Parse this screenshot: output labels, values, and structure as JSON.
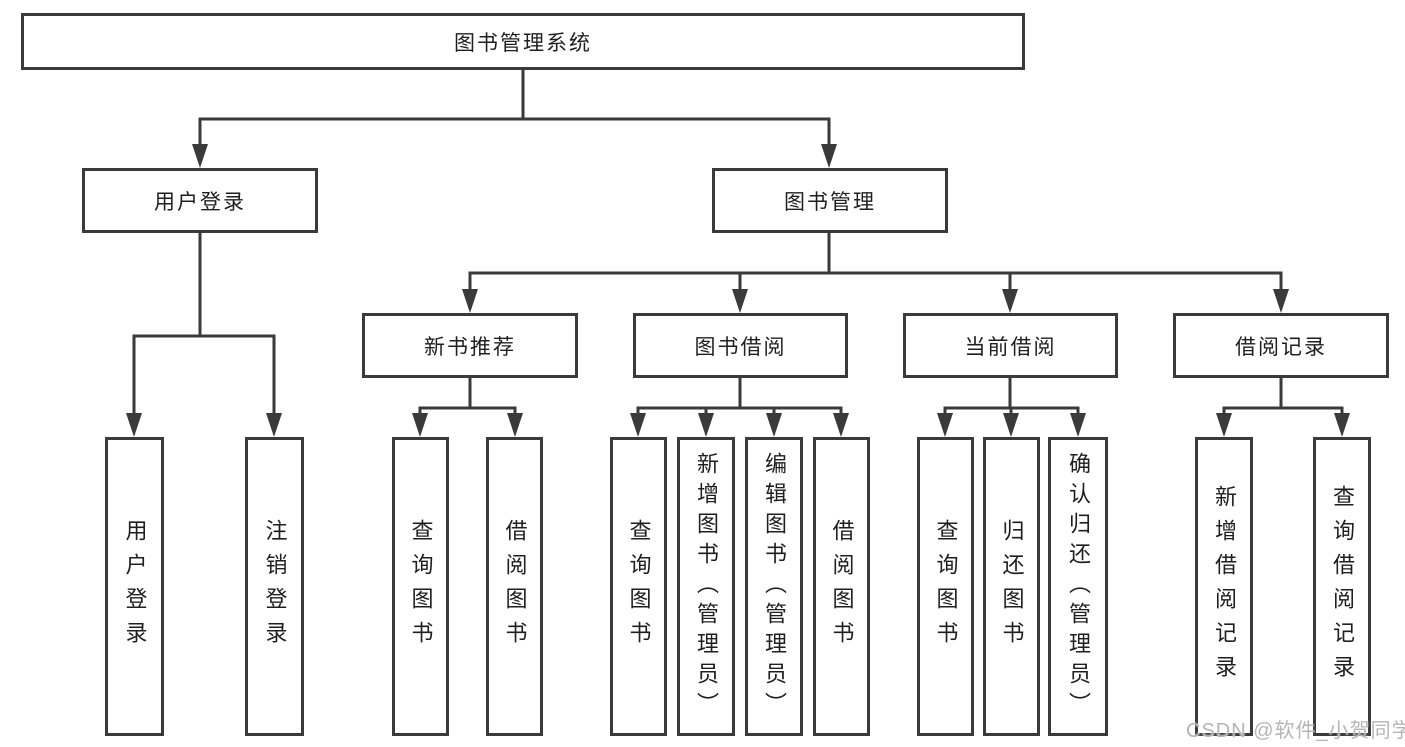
{
  "diagram_title": "图书管理系统",
  "colors": {
    "line": "#3a3a3a",
    "text": "#1f1f1f",
    "box_background": "#ffffff",
    "watermark": "#b5b5b5"
  },
  "nodes": {
    "root": "图书管理系统",
    "user_login": "用户登录",
    "book_mgmt": "图书管理",
    "login_leaf": "用户登录",
    "logout_leaf": "注销登录",
    "new_book_rec": "新书推荐",
    "book_borrow": "图书借阅",
    "current_borrow": "当前借阅",
    "borrow_records": "借阅记录",
    "nbr_query": "查询图书",
    "nbr_borrow": "借阅图书",
    "bb_query": "查询图书",
    "bb_add": "新增图书（管理员）",
    "bb_edit": "编辑图书（管理员）",
    "bb_borrow": "借阅图书",
    "cb_query": "查询图书",
    "cb_return": "归还图书",
    "cb_confirm": "确认归还（管理员）",
    "br_add": "新增借阅记录",
    "br_query": "查询借阅记录"
  },
  "tree": {
    "label": "图书管理系统",
    "children": [
      {
        "label": "用户登录",
        "children": [
          {
            "label": "用户登录"
          },
          {
            "label": "注销登录"
          }
        ]
      },
      {
        "label": "图书管理",
        "children": [
          {
            "label": "新书推荐",
            "children": [
              {
                "label": "查询图书"
              },
              {
                "label": "借阅图书"
              }
            ]
          },
          {
            "label": "图书借阅",
            "children": [
              {
                "label": "查询图书"
              },
              {
                "label": "新增图书（管理员）"
              },
              {
                "label": "编辑图书（管理员）"
              },
              {
                "label": "借阅图书"
              }
            ]
          },
          {
            "label": "当前借阅",
            "children": [
              {
                "label": "查询图书"
              },
              {
                "label": "归还图书"
              },
              {
                "label": "确认归还（管理员）"
              }
            ]
          },
          {
            "label": "借阅记录",
            "children": [
              {
                "label": "新增借阅记录"
              },
              {
                "label": "查询借阅记录"
              }
            ]
          }
        ]
      }
    ]
  },
  "watermark": "CSDN @软件_小贺同学"
}
